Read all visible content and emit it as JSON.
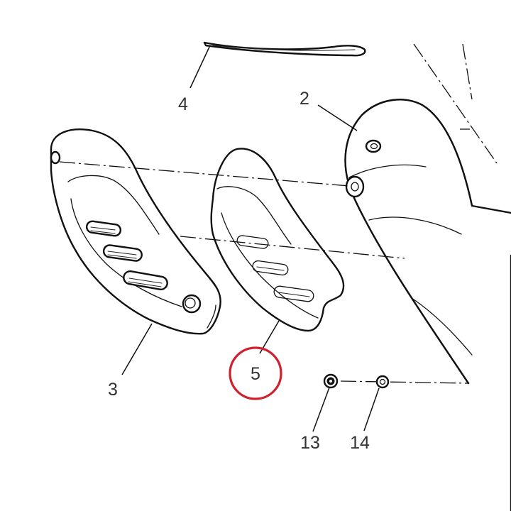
{
  "callouts": {
    "part_2": "2",
    "part_3": "3",
    "part_4": "4",
    "part_5": "5",
    "part_13": "13",
    "part_14": "14"
  },
  "highlight": {
    "target": "part_5",
    "color": "#d0222e"
  },
  "colors": {
    "line": "#111111",
    "label": "#333333",
    "background": "#ffffff"
  }
}
